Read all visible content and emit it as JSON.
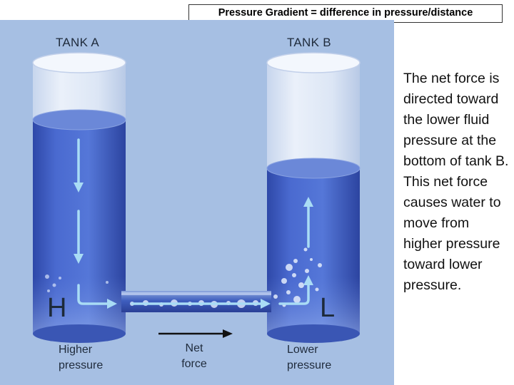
{
  "title": "Pressure Gradient = difference in pressure/distance",
  "diagram": {
    "tank_a_label": "TANK A",
    "tank_b_label": "TANK B",
    "tank_a_letter": "H",
    "tank_b_letter": "L",
    "tank_a_caption_line1": "Higher",
    "tank_a_caption_line2": "pressure",
    "net_force_line1": "Net",
    "net_force_line2": "force",
    "tank_b_caption_line1": "Lower",
    "tank_b_caption_line2": "pressure",
    "colors": {
      "panel_background": "#a6bfe3",
      "water": "#3f5fbf",
      "arrow": "#a9dcf5"
    }
  },
  "explanation": "The  net force is directed toward the lower fluid pressure at the bottom of tank B. This net force causes water to move from higher pressure toward lower pressure."
}
